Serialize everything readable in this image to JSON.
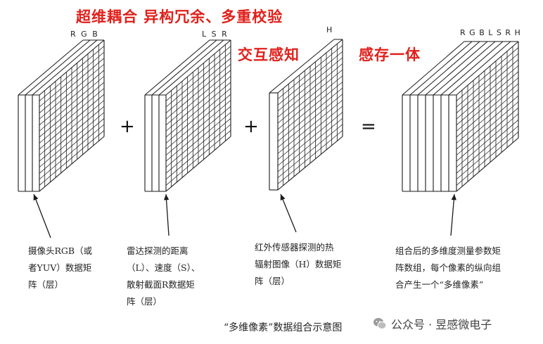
{
  "headings": {
    "top": "超维耦合  异构冗余、多重校验",
    "middle": "交互感知",
    "right": "感存一体"
  },
  "blocks": [
    {
      "channels": "RGB",
      "description": "摄像头RGB（或者YUV）数据矩阵（层）"
    },
    {
      "channels": "LSR",
      "description": "雷达探测的距离（L）、速度（S）、散射截面R数据矩阵（层）"
    },
    {
      "channels": "H",
      "description": "红外传感器探测的热辐射图像（H）数据矩阵（层）"
    },
    {
      "channels": "RGBLSRH",
      "description": "组合后的多维度测量参数矩阵数组，每个像素的纵向组合产生一个“多维像素”"
    }
  ],
  "operators": {
    "plus1": "+",
    "plus2": "+",
    "equals": "="
  },
  "labels": {
    "b1": [
      "R",
      "G",
      "B"
    ],
    "b2": [
      "L",
      "S",
      "R"
    ],
    "b3": [
      "H"
    ],
    "b4": [
      "R",
      "G",
      "B",
      "L",
      "S",
      "R",
      "H"
    ]
  },
  "descriptions": {
    "b1": [
      "摄像头RGB（或",
      "者YUV）数据矩",
      "阵（层）"
    ],
    "b2": [
      "雷达探测的距离",
      "（L）、速度（S）、",
      "散射截面R数据矩",
      "阵（层）"
    ],
    "b3": [
      "红外传感器探测的热",
      "辐射图像（H）数据矩",
      "阵（层）"
    ],
    "b4": [
      "组合后的多维度测量参数矩",
      "阵数组，每个像素的纵向组",
      "合产生一个“多维像素”"
    ]
  },
  "caption": "“多维像素”数据组合示意图",
  "watermark": "公众号 · 昱感微电子",
  "watermark_icon": "wechat-icon",
  "heading_color": "#e0201b"
}
